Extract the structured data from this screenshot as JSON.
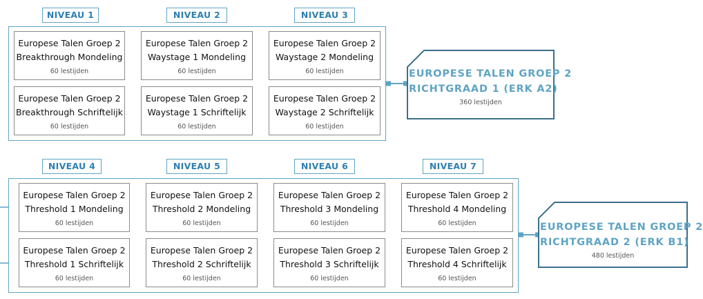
{
  "colors": {
    "accent": "#5fa4c4",
    "level_text": "#2f7fb0",
    "box_border": "#8a8a8a"
  },
  "levels": [
    "NIVEAU 1",
    "NIVEAU 2",
    "NIVEAU 3",
    "NIVEAU 4",
    "NIVEAU 5",
    "NIVEAU 6",
    "NIVEAU 7"
  ],
  "group1": {
    "rows": [
      [
        {
          "title": "Europese Talen Groep 2",
          "subtitle": "Breakthrough Mondeling",
          "hours": "60 lestijden"
        },
        {
          "title": "Europese Talen Groep 2",
          "subtitle": "Waystage 1 Mondeling",
          "hours": "60 lestijden"
        },
        {
          "title": "Europese Talen Groep 2",
          "subtitle": "Waystage 2 Mondeling",
          "hours": "60 lestijden"
        }
      ],
      [
        {
          "title": "Europese Talen Groep 2",
          "subtitle": "Breakthrough Schriftelijk",
          "hours": "60 lestijden"
        },
        {
          "title": "Europese Talen Groep 2",
          "subtitle": "Waystage 1 Schriftelijk",
          "hours": "60 lestijden"
        },
        {
          "title": "Europese Talen Groep 2",
          "subtitle": "Waystage 2 Schriftelijk",
          "hours": "60 lestijden"
        }
      ]
    ],
    "result": {
      "line1": "EUROPESE TALEN GROEP 2",
      "line2": "RICHTGRAAD 1 (ERK A2)",
      "hours": "360 lestijden"
    }
  },
  "group2": {
    "rows": [
      [
        {
          "title": "Europese Talen Groep 2",
          "subtitle": "Threshold 1 Mondeling",
          "hours": "60 lestijden"
        },
        {
          "title": "Europese Talen Groep 2",
          "subtitle": "Threshold 2 Mondeling",
          "hours": "60 lestijden"
        },
        {
          "title": "Europese Talen Groep 2",
          "subtitle": "Threshold 3 Mondeling",
          "hours": "60 lestijden"
        },
        {
          "title": "Europese Talen Groep 2",
          "subtitle": "Threshold 4 Mondeling",
          "hours": "60 lestijden"
        }
      ],
      [
        {
          "title": "Europese Talen Groep 2",
          "subtitle": "Threshold 1 Schriftelijk",
          "hours": "60 lestijden"
        },
        {
          "title": "Europese Talen Groep 2",
          "subtitle": "Threshold 2 Schriftelijk",
          "hours": "60 lestijden"
        },
        {
          "title": "Europese Talen Groep 2",
          "subtitle": "Threshold 3 Schriftelijk",
          "hours": "60 lestijden"
        },
        {
          "title": "Europese Talen Groep 2",
          "subtitle": "Threshold 4 Schriftelijk",
          "hours": "60 lestijden"
        }
      ]
    ],
    "result": {
      "line1": "EUROPESE TALEN GROEP 2",
      "line2": "RICHTGRAAD 2 (ERK B1)",
      "hours": "480 lestijden"
    }
  }
}
